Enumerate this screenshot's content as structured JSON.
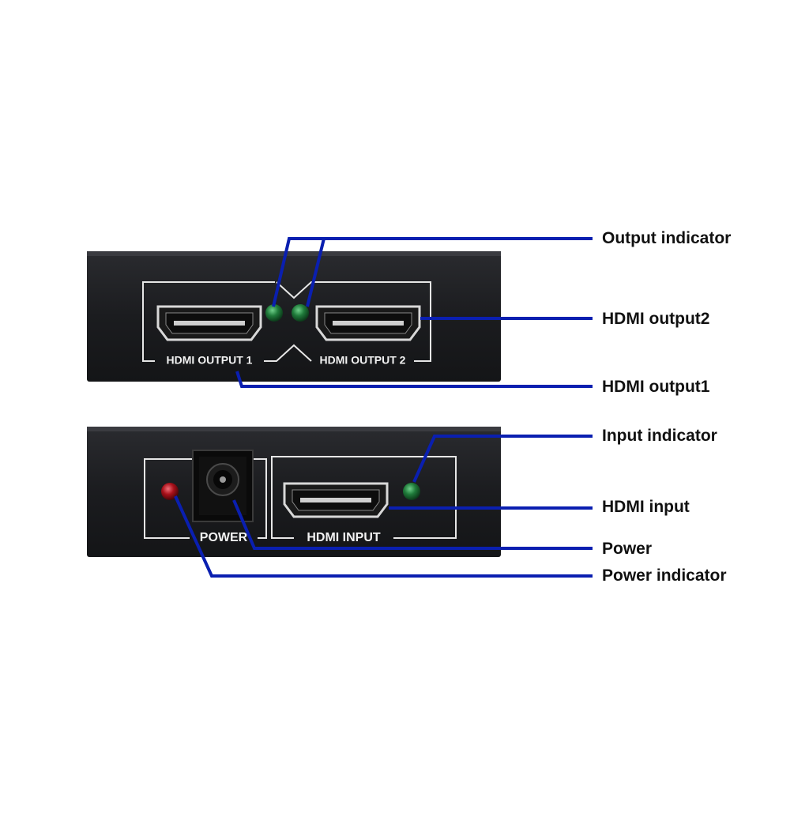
{
  "front_panel": {
    "port_label_1": "HDMI OUTPUT 1",
    "port_label_2": "HDMI OUTPUT 2"
  },
  "back_panel": {
    "power_label": "POWER",
    "input_label": "HDMI INPUT"
  },
  "callouts": {
    "output_indicator": "Output indicator",
    "hdmi_output2": "HDMI output2",
    "hdmi_output1": "HDMI output1",
    "input_indicator": "Input indicator",
    "hdmi_input": "HDMI input",
    "power": "Power",
    "power_indicator": "Power indicator"
  },
  "colors": {
    "device_body": "#1b1c1f",
    "panel_outline": "#e6e6e6",
    "leader_line": "#0a1fb0",
    "led_green": "#1f7a3a",
    "led_red": "#a8101a",
    "port_metal": "#d8d8d8"
  },
  "icons": {
    "port": "hdmi-port-icon",
    "led": "led-indicator-icon",
    "barrel": "dc-barrel-jack-icon"
  }
}
